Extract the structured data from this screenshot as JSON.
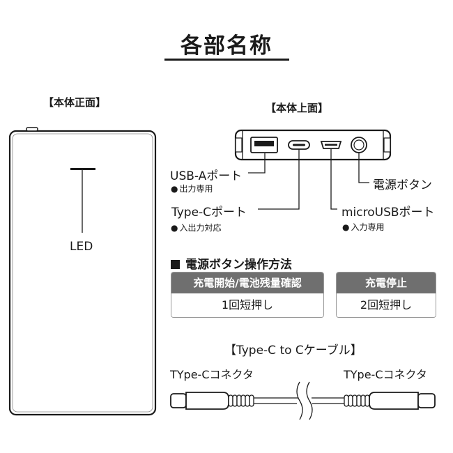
{
  "title": "各部名称",
  "front": {
    "heading": "【本体正面】",
    "led_label": "LED"
  },
  "top": {
    "heading": "【本体上面】",
    "usba": {
      "label": "USB-Aポート",
      "note": "出力専用"
    },
    "typec": {
      "label": "Type-Cポート",
      "note": "入出力対応"
    },
    "micro": {
      "label": "microUSBポート",
      "note": "入力専用"
    },
    "power": {
      "label": "電源ボタン"
    }
  },
  "operations": {
    "heading": "電源ボタン操作方法",
    "items": [
      {
        "head": "充電開始/電池残量確認",
        "body": "1回短押し"
      },
      {
        "head": "充電停止",
        "body": "2回短押し"
      }
    ]
  },
  "cable": {
    "heading": "【Type-C to Cケーブル】",
    "left_label": "TYpe-Cコネクタ",
    "right_label": "TYpe-Cコネクタ"
  }
}
